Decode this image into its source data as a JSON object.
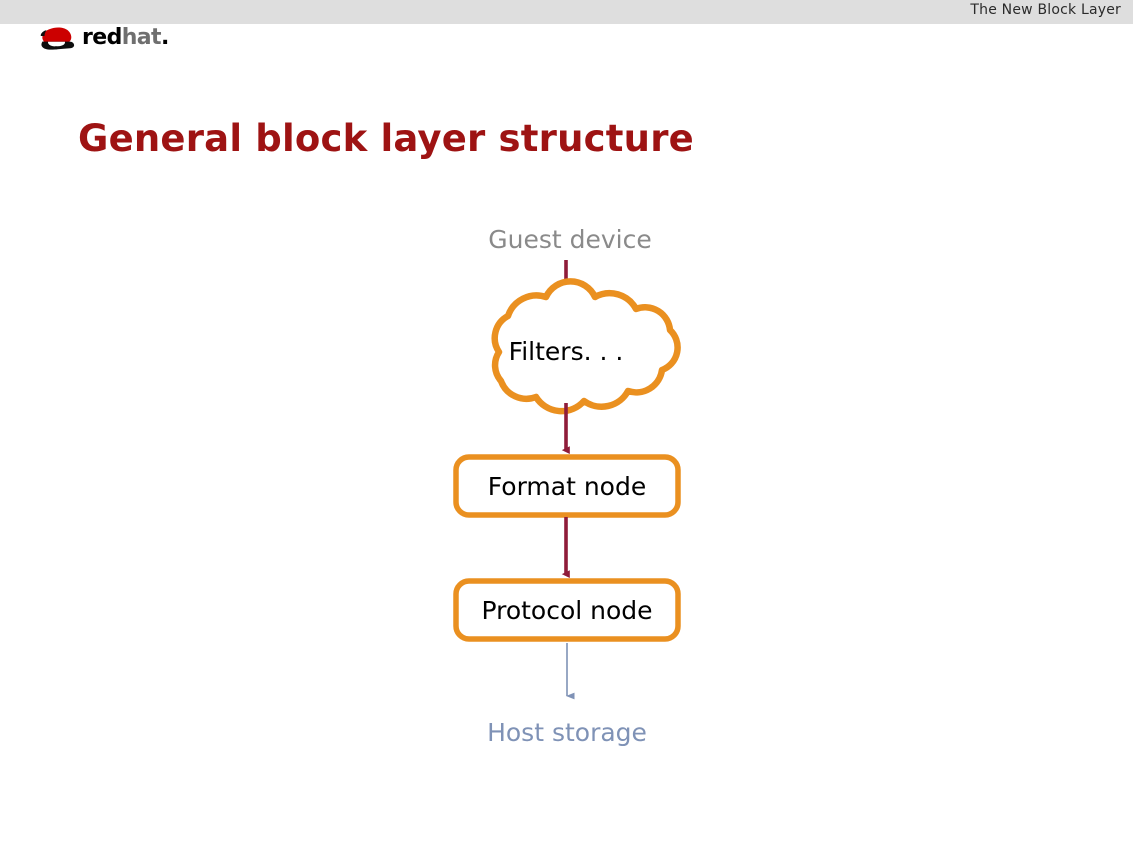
{
  "header": {
    "title": "The New Block Layer",
    "bar_color": "#dedede"
  },
  "logo": {
    "name": "redhat-logo",
    "word_primary": "red",
    "word_secondary": "hat",
    "word_dot": ".",
    "mark_color": "#cc0000"
  },
  "slide": {
    "title": "General block layer structure",
    "title_color": "#9e1313"
  },
  "diagram": {
    "type": "flow",
    "accent_orange": "#ea9020",
    "arrow_red": "#8f1c3a",
    "arrow_blue": "#7f92b6",
    "nodes": [
      {
        "id": "guest",
        "label": "Guest device",
        "shape": "text",
        "color": "#8a8a8a"
      },
      {
        "id": "filters",
        "label": "Filters. . .",
        "shape": "cloud",
        "color": "#000000"
      },
      {
        "id": "format",
        "label": "Format node",
        "shape": "rounded-rect",
        "color": "#000000"
      },
      {
        "id": "protocol",
        "label": "Protocol node",
        "shape": "rounded-rect",
        "color": "#000000"
      },
      {
        "id": "host",
        "label": "Host storage",
        "shape": "text",
        "color": "#7f92b6"
      }
    ],
    "edges": [
      {
        "from": "guest",
        "to": "filters",
        "style": "thick-arrow",
        "color": "#8f1c3a"
      },
      {
        "from": "filters",
        "to": "format",
        "style": "thick-arrow",
        "color": "#8f1c3a"
      },
      {
        "from": "format",
        "to": "protocol",
        "style": "thick-arrow",
        "color": "#8f1c3a"
      },
      {
        "from": "protocol",
        "to": "host",
        "style": "thin-arrow",
        "color": "#7f92b6"
      }
    ]
  }
}
